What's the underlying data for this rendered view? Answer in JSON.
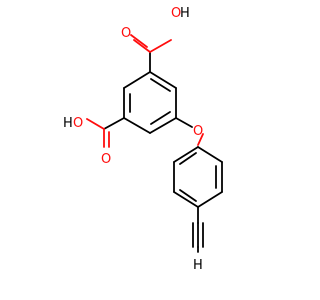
{
  "molecule": {
    "atoms": {
      "oh_top_o": "O",
      "oh_top_h": "H",
      "o_top": "O",
      "oh_left_h": "H",
      "oh_left_o": "O",
      "o_left": "O",
      "o_ether": "O",
      "h_alkyne": "H"
    },
    "colors": {
      "bond": "#000000",
      "oxygen": "#ff0d0d",
      "hydrogen": "#000000",
      "background": "#ffffff"
    }
  }
}
